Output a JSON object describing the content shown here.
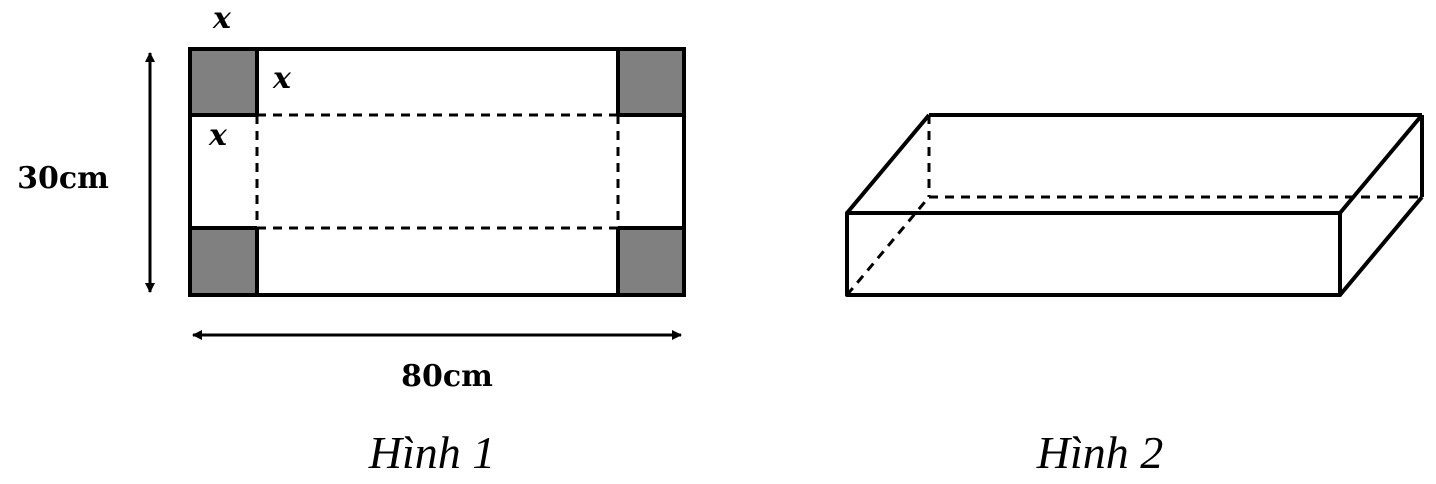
{
  "figure1": {
    "label_x_top": "x",
    "label_x_right": "x",
    "label_x_left": "x",
    "height_label": "30cm",
    "width_label": "80cm",
    "caption": "Hình 1",
    "corner_fill": "#808080"
  },
  "figure2": {
    "caption": "Hình 2"
  }
}
